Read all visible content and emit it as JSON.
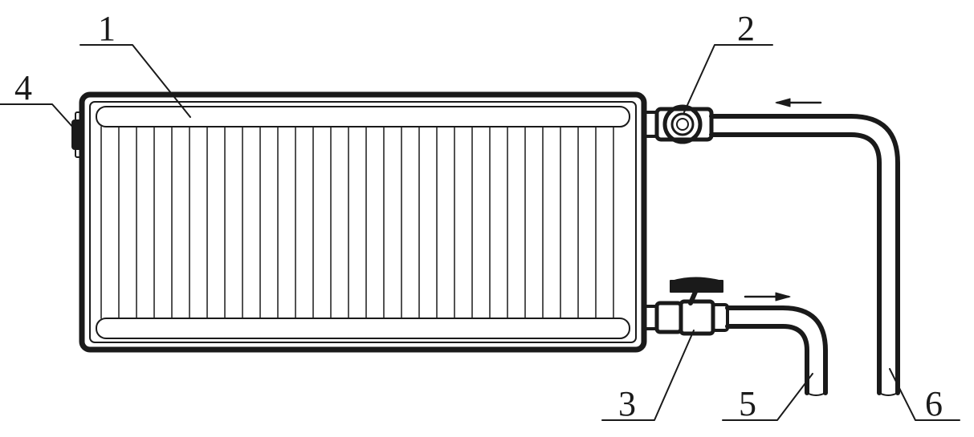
{
  "colors": {
    "stroke": "#1a1a1a",
    "background": "#ffffff"
  },
  "labels": {
    "radiator": "1",
    "top_valve": "2",
    "bottom_valve": "3",
    "air_vent": "4",
    "return_pipe": "5",
    "supply_pipe": "6"
  }
}
